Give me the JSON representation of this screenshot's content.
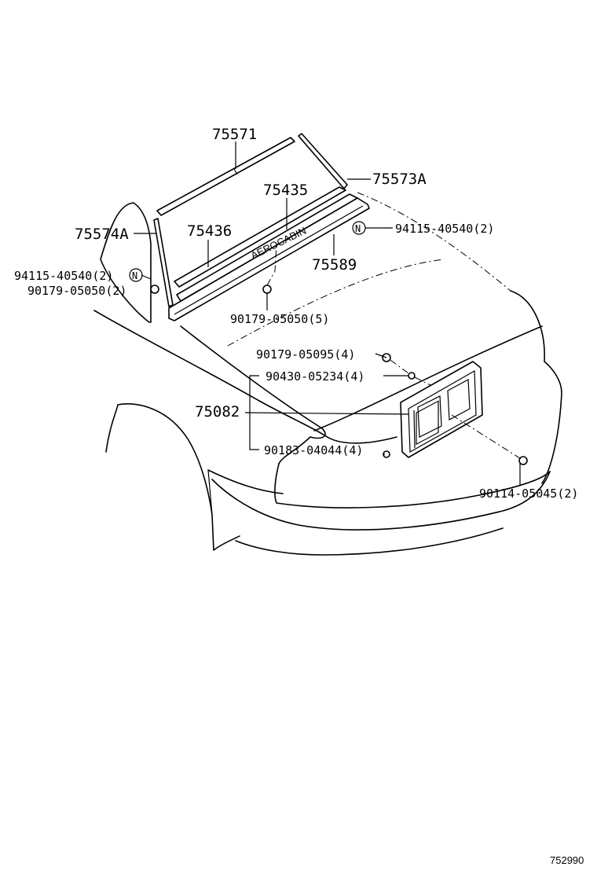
{
  "labels": {
    "p75571": "75571",
    "p75573A": "75573A",
    "p75435": "75435",
    "p75574A": "75574A",
    "p75436": "75436",
    "p94115_right": "94115-40540(2)",
    "p75589": "75589",
    "p94115_left": "94115-40540(2)",
    "p90179_05050_left": "90179-05050(2)",
    "p90179_05050_center": "90179-05050(5)",
    "p90179_05095": "90179-05095(4)",
    "p90430_05234": "90430-05234(4)",
    "p75082": "75082",
    "p90183_04044": "90183-04044(4)",
    "p90114_05045": "90114-05045(2)",
    "badge_text": "AEROCABIN",
    "n_symbol": "N",
    "figure_number": "752990"
  }
}
